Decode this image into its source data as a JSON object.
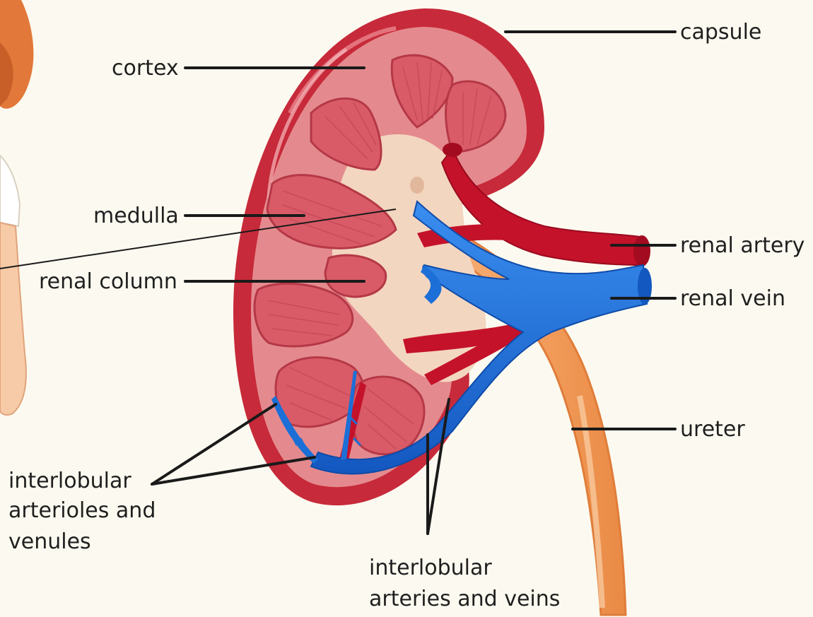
{
  "labels": {
    "capsule": "capsule",
    "cortex": "cortex",
    "medulla": "medulla",
    "renal_column": "renal column",
    "renal_artery": "renal artery",
    "renal_vein": "renal vein",
    "ureter": "ureter",
    "interlobular_arterioles": [
      "interlobular",
      "arterioles and",
      "venules"
    ],
    "interlobular_arteries": [
      "interlobular",
      "arteries and veins"
    ]
  },
  "colors": {
    "background": "#fcfaf0",
    "capsule": "#c72a3a",
    "cortex": "#e48a8e",
    "pyramid": "#d85b67",
    "pelvis": "#f3d6c0",
    "artery": "#c4122a",
    "vein": "#1c6fd6",
    "ureter": "#f0a15c",
    "leader": "#1a1a1a"
  }
}
